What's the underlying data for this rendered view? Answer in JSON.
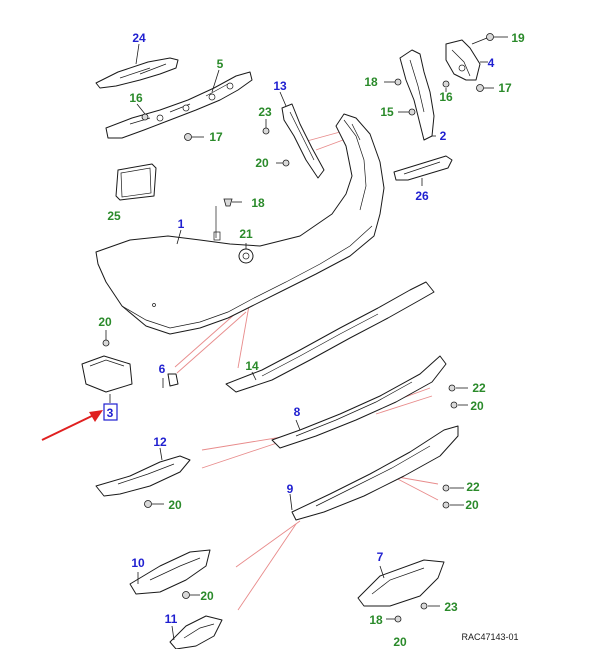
{
  "diagram_code": "RAC47143-01",
  "colors": {
    "blue_callout": "#1f1fd0",
    "green_callout": "#2a8a2a",
    "reference_line": "#e88b8b",
    "pointer_arrow": "#e02020",
    "highlight_box": "#1f1fd0"
  },
  "highlighted_part": "3",
  "callouts": [
    {
      "label": "24",
      "color": "blue"
    },
    {
      "label": "5",
      "color": "green"
    },
    {
      "label": "16",
      "color": "green"
    },
    {
      "label": "17",
      "color": "green"
    },
    {
      "label": "13",
      "color": "blue"
    },
    {
      "label": "23",
      "color": "green"
    },
    {
      "label": "20",
      "color": "green"
    },
    {
      "label": "18",
      "color": "green"
    },
    {
      "label": "19",
      "color": "green"
    },
    {
      "label": "4",
      "color": "blue"
    },
    {
      "label": "16",
      "color": "green"
    },
    {
      "label": "17",
      "color": "green"
    },
    {
      "label": "15",
      "color": "green"
    },
    {
      "label": "2",
      "color": "blue"
    },
    {
      "label": "26",
      "color": "blue"
    },
    {
      "label": "25",
      "color": "green"
    },
    {
      "label": "18",
      "color": "green"
    },
    {
      "label": "1",
      "color": "blue"
    },
    {
      "label": "21",
      "color": "green"
    },
    {
      "label": "20",
      "color": "green"
    },
    {
      "label": "6",
      "color": "blue"
    },
    {
      "label": "14",
      "color": "green"
    },
    {
      "label": "3",
      "color": "blue"
    },
    {
      "label": "22",
      "color": "green"
    },
    {
      "label": "20",
      "color": "green"
    },
    {
      "label": "8",
      "color": "blue"
    },
    {
      "label": "12",
      "color": "blue"
    },
    {
      "label": "20",
      "color": "green"
    },
    {
      "label": "9",
      "color": "blue"
    },
    {
      "label": "22",
      "color": "green"
    },
    {
      "label": "20",
      "color": "green"
    },
    {
      "label": "10",
      "color": "blue"
    },
    {
      "label": "20",
      "color": "green"
    },
    {
      "label": "7",
      "color": "blue"
    },
    {
      "label": "23",
      "color": "green"
    },
    {
      "label": "11",
      "color": "blue"
    },
    {
      "label": "18",
      "color": "green"
    },
    {
      "label": "20",
      "color": "green"
    }
  ]
}
